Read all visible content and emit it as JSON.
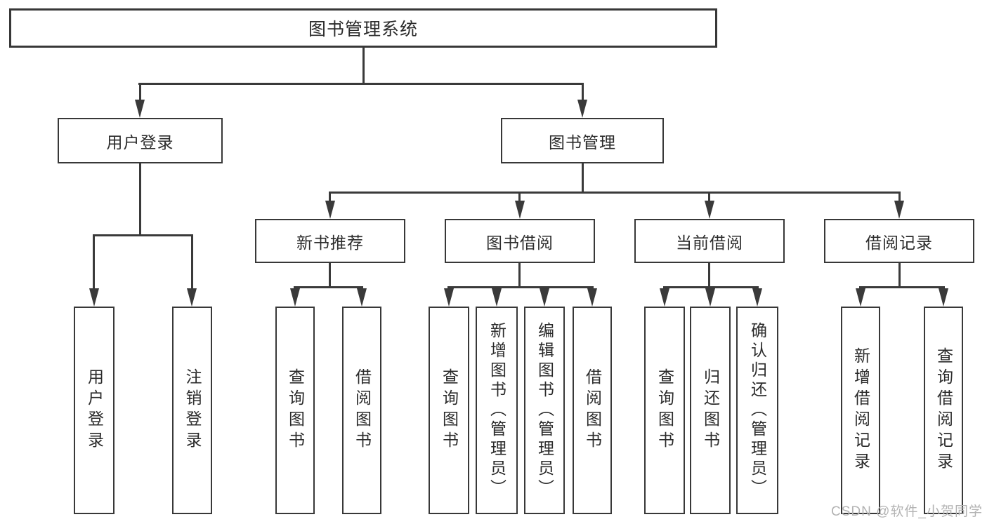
{
  "diagram": {
    "root": {
      "label": "图书管理系统"
    },
    "level2": {
      "user_login": "用户登录",
      "book_management": "图书管理"
    },
    "level3": {
      "new_book_recommend": "新书推荐",
      "book_borrow": "图书借阅",
      "current_borrow": "当前借阅",
      "borrow_records": "借阅记录"
    },
    "leaves": {
      "user_login": "用户登录",
      "logout": "注销登录",
      "recommend_query_books": "查询图书",
      "recommend_borrow_books": "借阅图书",
      "borrow_query_books": "查询图书",
      "borrow_add_books": "新增图书（管理员）",
      "borrow_edit_books": "编辑图书（管理员）",
      "borrow_borrow_books": "借阅图书",
      "current_query_books": "查询图书",
      "current_return_books": "归还图书",
      "current_confirm_return": "确认归还（管理员）",
      "records_add_record": "新增借阅记录",
      "records_query_record": "查询借阅记录"
    }
  },
  "watermark": {
    "text": "CSDN @软件_小贺同学"
  },
  "colors": {
    "line": "#3a3a3a",
    "box_border": "#383838",
    "text": "#2b2b2b",
    "watermark": "#b3b3b3",
    "background": "#ffffff"
  }
}
